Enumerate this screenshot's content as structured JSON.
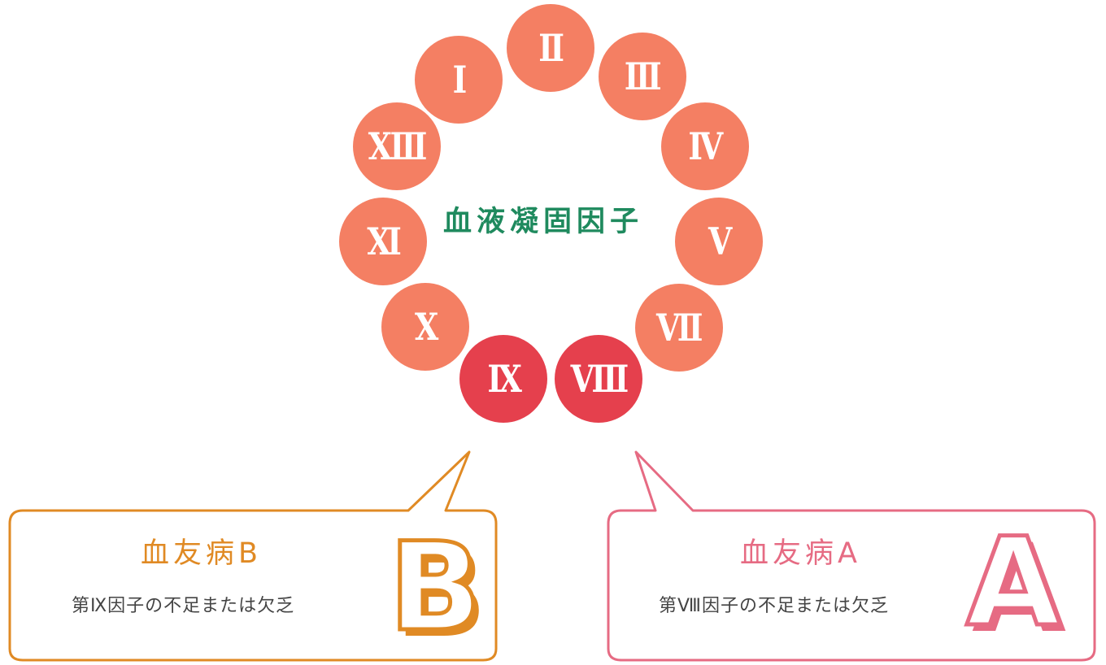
{
  "diagram": {
    "center_title": "血液凝固因子",
    "factors": [
      {
        "label": "Ⅰ",
        "highlight": false
      },
      {
        "label": "Ⅱ",
        "highlight": false
      },
      {
        "label": "Ⅲ",
        "highlight": false
      },
      {
        "label": "Ⅳ",
        "highlight": false
      },
      {
        "label": "Ⅴ",
        "highlight": false
      },
      {
        "label": "Ⅶ",
        "highlight": false
      },
      {
        "label": "Ⅷ",
        "highlight": true
      },
      {
        "label": "Ⅸ",
        "highlight": true
      },
      {
        "label": "Ⅹ",
        "highlight": false
      },
      {
        "label": "Ⅺ",
        "highlight": false
      },
      {
        "label": "ⅩⅢ",
        "highlight": false
      }
    ],
    "colors": {
      "factor": "#f47f63",
      "factor_highlight": "#e5404d",
      "title": "#1f8a5e",
      "hemophilia_b": "#e08a24",
      "hemophilia_a": "#e66b83"
    }
  },
  "callouts": {
    "hemophilia_b": {
      "title": "血友病B",
      "description": "第Ⅸ因子の不足または欠乏",
      "badge": "B"
    },
    "hemophilia_a": {
      "title": "血友病A",
      "description": "第Ⅷ因子の不足または欠乏",
      "badge": "A"
    }
  }
}
